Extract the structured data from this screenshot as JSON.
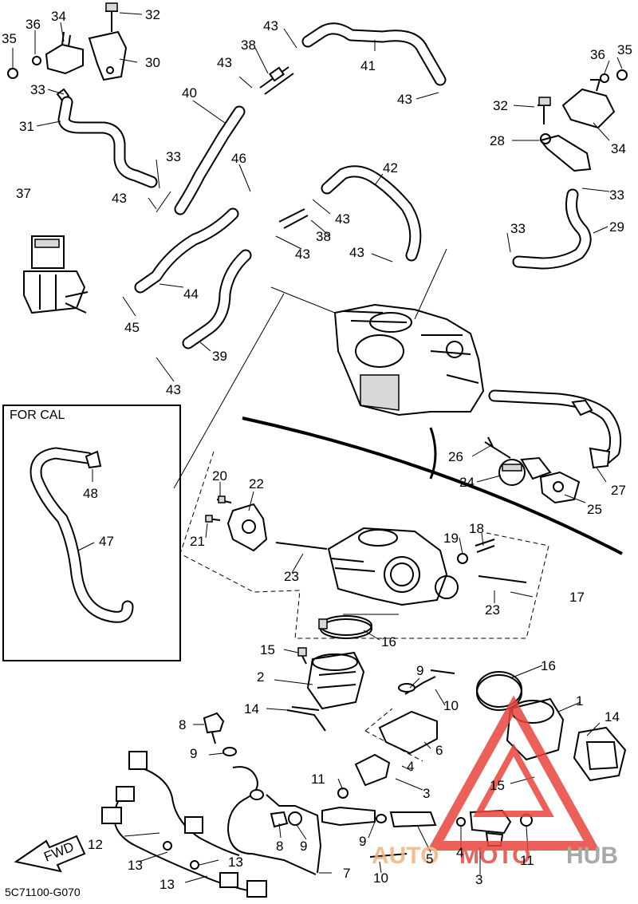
{
  "diagram": {
    "box_title": "FOR CAL",
    "drawing_code": "5C71100-G070",
    "fwd_label": "FWD",
    "watermark": {
      "part1": "AUTO",
      "part2": "MOTO",
      "part3": "HUB",
      "colors": {
        "auto": "#f3b27a",
        "moto": "#e8453c",
        "hub": "#9a9a9a",
        "triangle": "#e8453c"
      }
    },
    "labels": [
      {
        "id": "l35a",
        "text": "35"
      },
      {
        "id": "l36a",
        "text": "36"
      },
      {
        "id": "l34a",
        "text": "34"
      },
      {
        "id": "l32a",
        "text": "32"
      },
      {
        "id": "l30",
        "text": "30"
      },
      {
        "id": "l33a",
        "text": "33"
      },
      {
        "id": "l40",
        "text": "40"
      },
      {
        "id": "l31",
        "text": "31"
      },
      {
        "id": "l43a",
        "text": "43"
      },
      {
        "id": "l38a",
        "text": "38"
      },
      {
        "id": "l43b",
        "text": "43"
      },
      {
        "id": "l41",
        "text": "41"
      },
      {
        "id": "l43c",
        "text": "43"
      },
      {
        "id": "l36b",
        "text": "36"
      },
      {
        "id": "l35b",
        "text": "35"
      },
      {
        "id": "l32b",
        "text": "32"
      },
      {
        "id": "l28",
        "text": "28"
      },
      {
        "id": "l34b",
        "text": "34"
      },
      {
        "id": "l33b",
        "text": "33"
      },
      {
        "id": "l46",
        "text": "46"
      },
      {
        "id": "l42",
        "text": "42"
      },
      {
        "id": "l37",
        "text": "37"
      },
      {
        "id": "l43d",
        "text": "43"
      },
      {
        "id": "l43e",
        "text": "43"
      },
      {
        "id": "l38b",
        "text": "38"
      },
      {
        "id": "l33c",
        "text": "33"
      },
      {
        "id": "l29",
        "text": "29"
      },
      {
        "id": "l43f",
        "text": "43"
      },
      {
        "id": "l33d",
        "text": "33"
      },
      {
        "id": "l43g",
        "text": "43"
      },
      {
        "id": "l44",
        "text": "44"
      },
      {
        "id": "l45",
        "text": "45"
      },
      {
        "id": "l39",
        "text": "39"
      },
      {
        "id": "l43h",
        "text": "43"
      },
      {
        "id": "l48",
        "text": "48"
      },
      {
        "id": "l47",
        "text": "47"
      },
      {
        "id": "l26",
        "text": "26"
      },
      {
        "id": "l24",
        "text": "24"
      },
      {
        "id": "l27",
        "text": "27"
      },
      {
        "id": "l25",
        "text": "25"
      },
      {
        "id": "l20",
        "text": "20"
      },
      {
        "id": "l22",
        "text": "22"
      },
      {
        "id": "l21",
        "text": "21"
      },
      {
        "id": "l23a",
        "text": "23"
      },
      {
        "id": "l19",
        "text": "19"
      },
      {
        "id": "l18",
        "text": "18"
      },
      {
        "id": "l17",
        "text": "17"
      },
      {
        "id": "l23b",
        "text": "23"
      },
      {
        "id": "l16a",
        "text": "16"
      },
      {
        "id": "l15a",
        "text": "15"
      },
      {
        "id": "l2",
        "text": "2"
      },
      {
        "id": "l14a",
        "text": "14"
      },
      {
        "id": "l9a",
        "text": "9"
      },
      {
        "id": "l16b",
        "text": "16"
      },
      {
        "id": "l1",
        "text": "1"
      },
      {
        "id": "l10a",
        "text": "10"
      },
      {
        "id": "l14b",
        "text": "14"
      },
      {
        "id": "l8a",
        "text": "8"
      },
      {
        "id": "l9b",
        "text": "9"
      },
      {
        "id": "l6",
        "text": "6"
      },
      {
        "id": "l4a",
        "text": "4"
      },
      {
        "id": "l11a",
        "text": "11"
      },
      {
        "id": "l3a",
        "text": "3"
      },
      {
        "id": "l15b",
        "text": "15"
      },
      {
        "id": "l12",
        "text": "12"
      },
      {
        "id": "l8b",
        "text": "8"
      },
      {
        "id": "l9c",
        "text": "9"
      },
      {
        "id": "l9d",
        "text": "9"
      },
      {
        "id": "l13a",
        "text": "13"
      },
      {
        "id": "l13b",
        "text": "13"
      },
      {
        "id": "l5",
        "text": "5"
      },
      {
        "id": "l4b",
        "text": "4"
      },
      {
        "id": "l11b",
        "text": "11"
      },
      {
        "id": "l7",
        "text": "7"
      },
      {
        "id": "l10b",
        "text": "10"
      },
      {
        "id": "l13c",
        "text": "13"
      },
      {
        "id": "l3b",
        "text": "3"
      }
    ]
  }
}
